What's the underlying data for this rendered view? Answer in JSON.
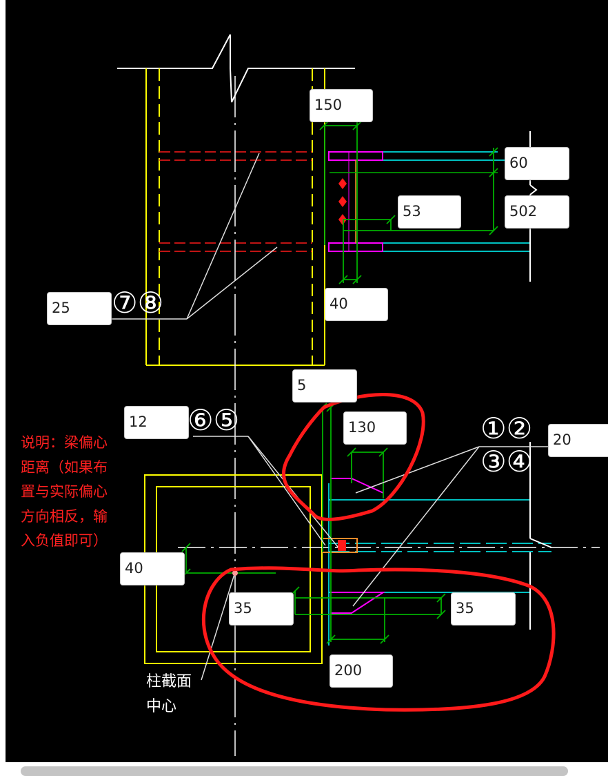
{
  "dimension_inputs": {
    "top_beam_width": "150",
    "flange_60": "60",
    "depth_502": "502",
    "bolt_53": "53",
    "edge_40_top": "40",
    "rebar_25": "25",
    "gap_5": "5",
    "bottom_12": "12",
    "offset_130": "130",
    "flange_20": "20",
    "eccentric_40": "40",
    "left_35": "35",
    "right_35": "35",
    "width_200": "200"
  },
  "markers": {
    "m78": "⑦⑧",
    "m65": "⑥⑤",
    "m12": "①②",
    "m34": "③④"
  },
  "note_text": "说明：梁偏心\n距离（如果布\n置与实际偏心\n方向相反，输\n入负值即可）",
  "center_label": "柱截面\n中心",
  "colors": {
    "background": "#000000",
    "column": "#ffff00",
    "beam_flange": "#00ffff",
    "dimension": "#00b000",
    "plate": "#ff00ff",
    "rebar": "#ff0000",
    "highlight": "#ff1a1a",
    "note": "#ff2020"
  }
}
